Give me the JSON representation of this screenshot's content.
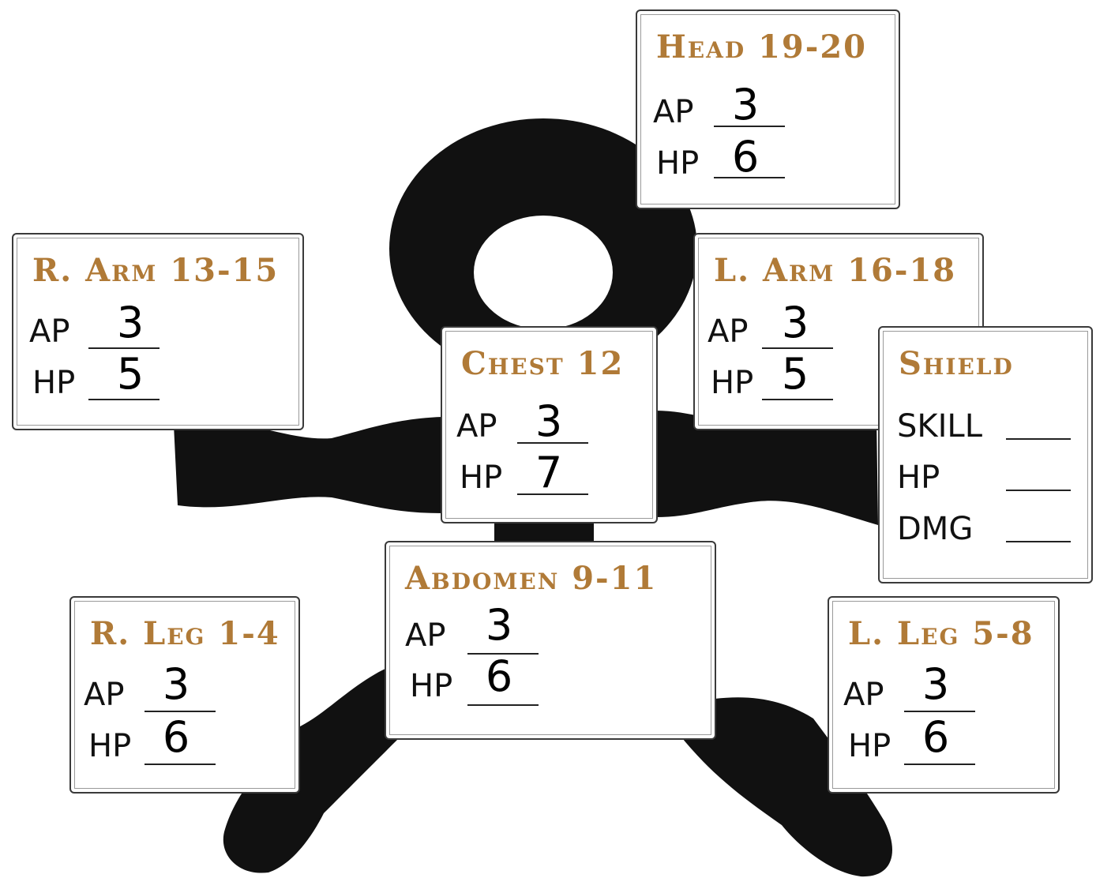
{
  "locations": {
    "head": {
      "title": "Head 19-20",
      "ap_label": "AP",
      "hp_label": "HP",
      "ap": "3",
      "hp": "6"
    },
    "r_arm": {
      "title": "R. Arm 13-15",
      "ap_label": "AP",
      "hp_label": "HP",
      "ap": "3",
      "hp": "5"
    },
    "l_arm": {
      "title": "L. Arm 16-18",
      "ap_label": "AP",
      "hp_label": "HP",
      "ap": "3",
      "hp": "5"
    },
    "chest": {
      "title": "Chest 12",
      "ap_label": "AP",
      "hp_label": "HP",
      "ap": "3",
      "hp": "7"
    },
    "abdomen": {
      "title": "Abdomen 9-11",
      "ap_label": "AP",
      "hp_label": "HP",
      "ap": "3",
      "hp": "6"
    },
    "r_leg": {
      "title": "R. Leg 1-4",
      "ap_label": "AP",
      "hp_label": "HP",
      "ap": "3",
      "hp": "6"
    },
    "l_leg": {
      "title": "L. Leg 5-8",
      "ap_label": "AP",
      "hp_label": "HP",
      "ap": "3",
      "hp": "6"
    }
  },
  "shield": {
    "title": "Shield",
    "skill_label": "SKILL",
    "hp_label": "HP",
    "dmg_label": "DMG"
  },
  "colors": {
    "title_text": "#b07a37",
    "silhouette": "#111111",
    "panel_border": "#3a3a3a"
  }
}
